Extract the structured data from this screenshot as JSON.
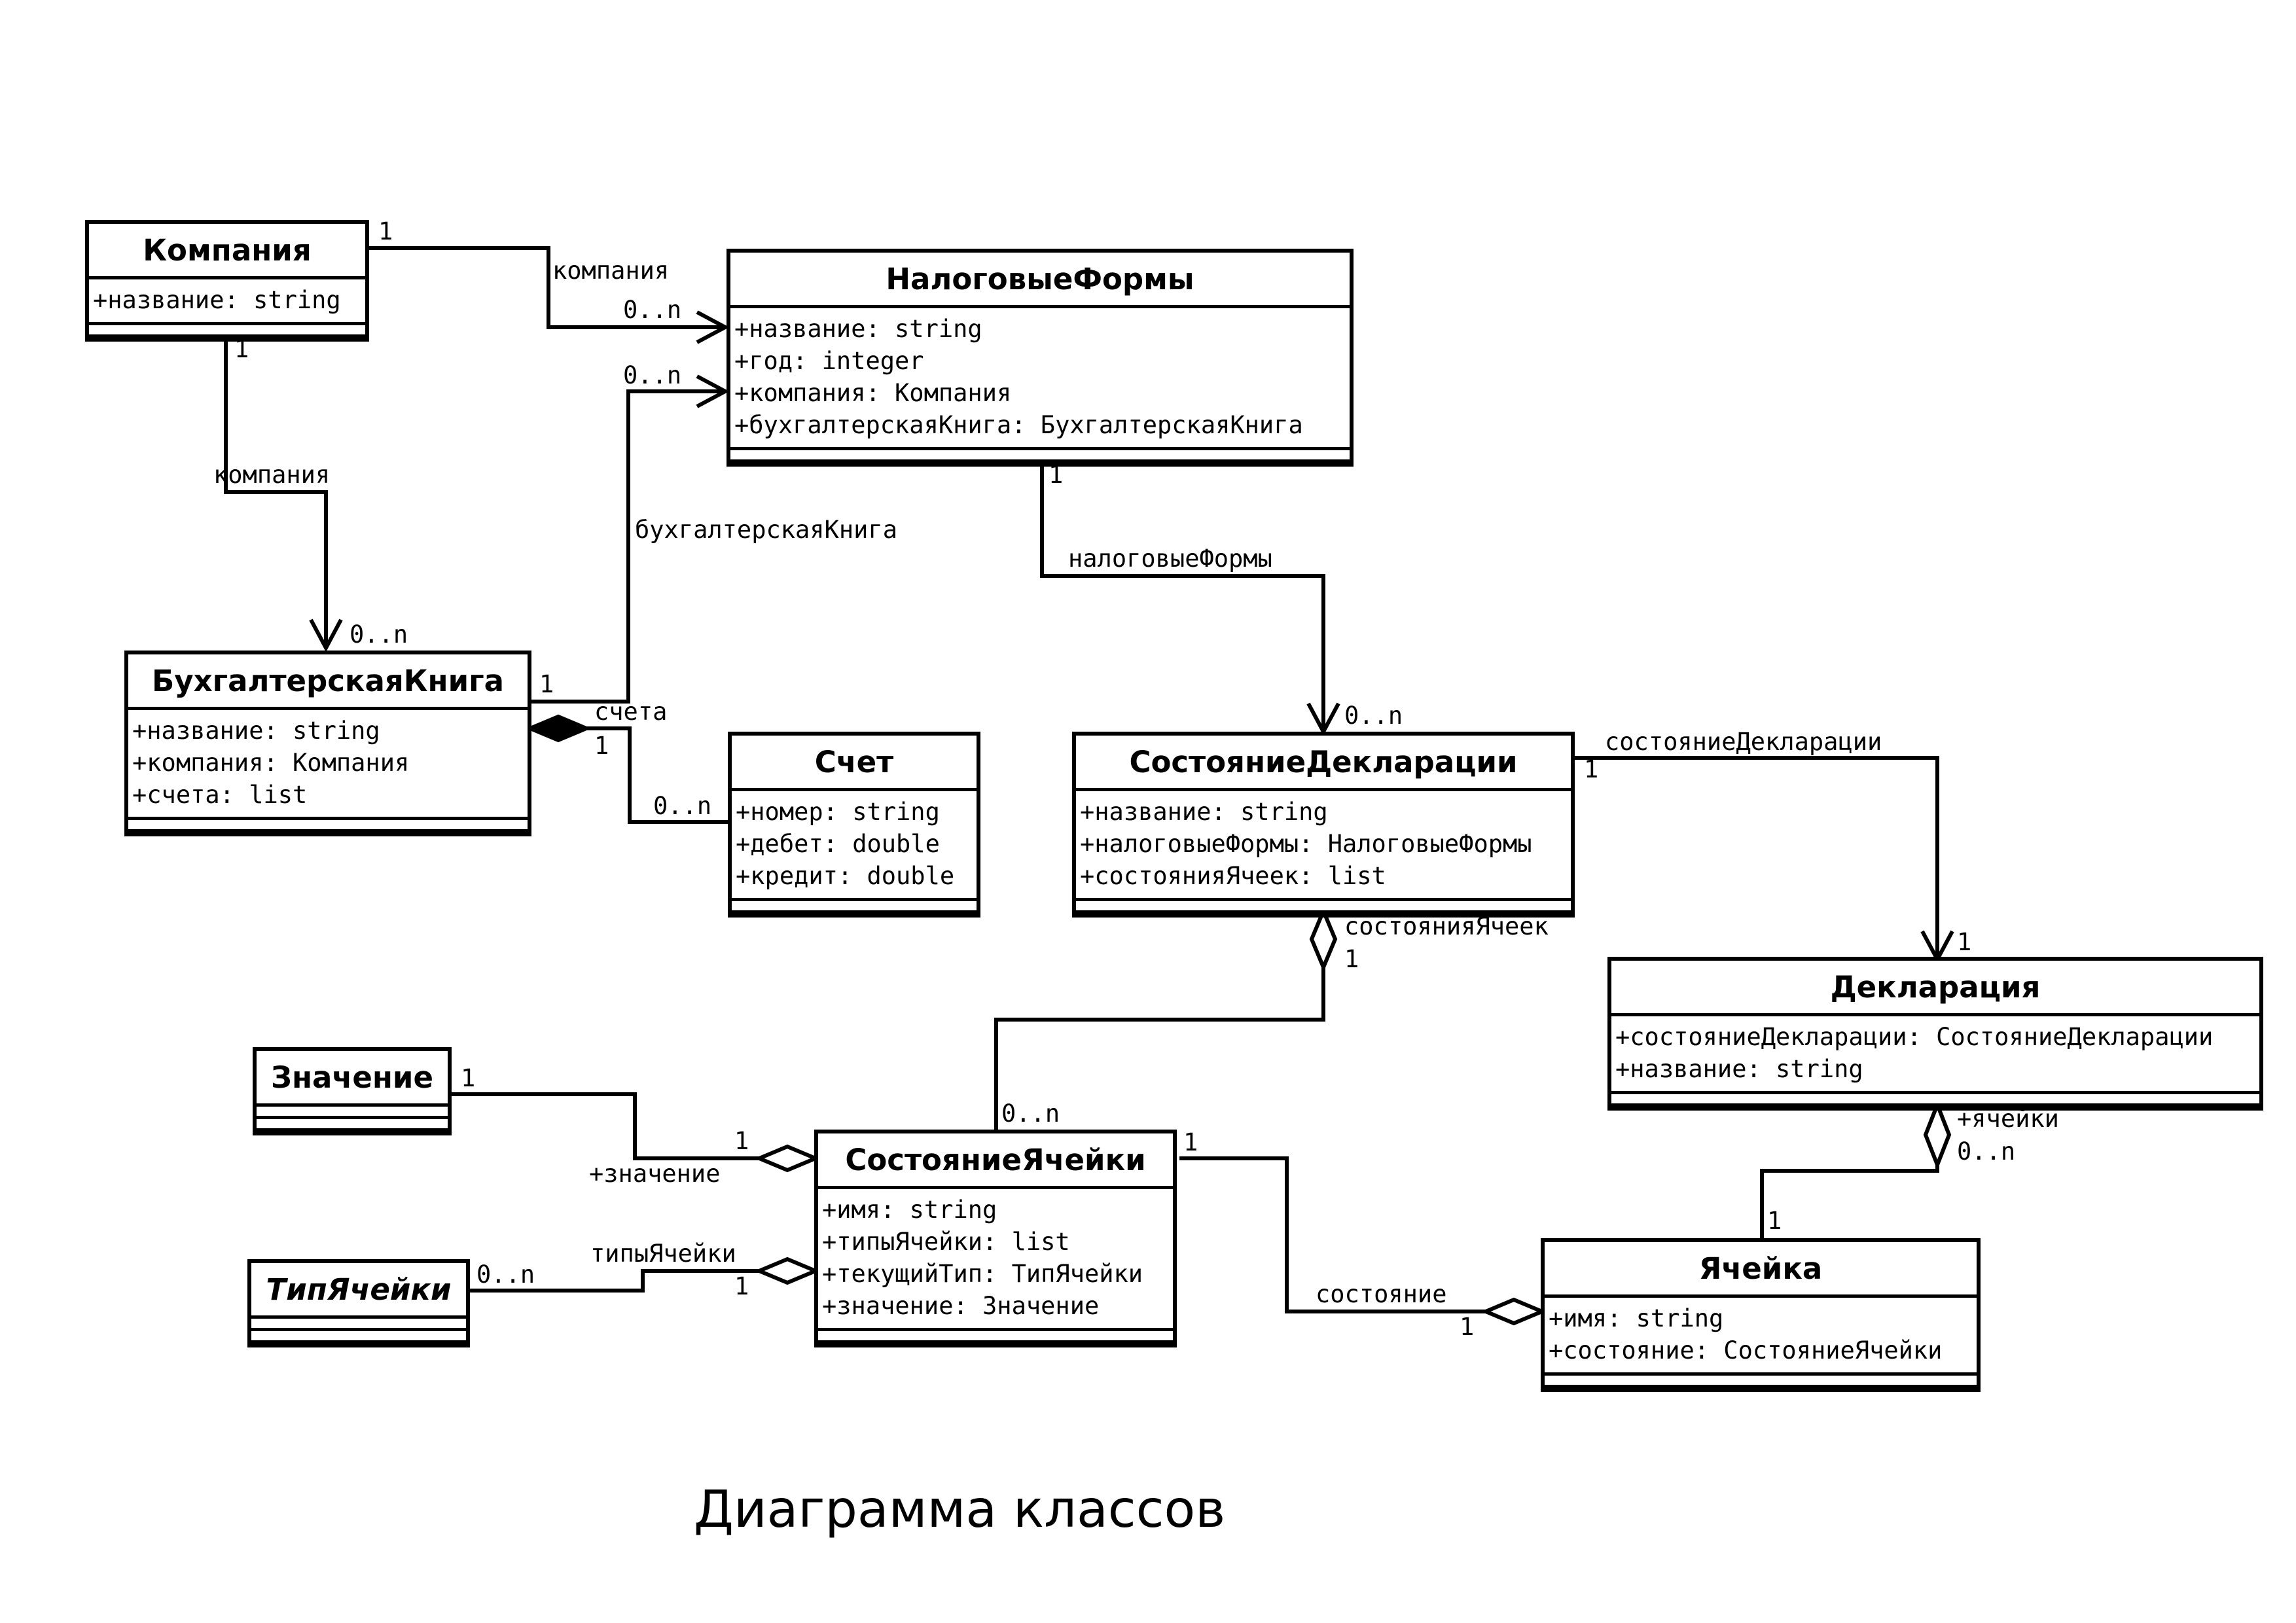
{
  "title": "Диаграмма классов",
  "classes": {
    "kompaniya": {
      "name": "Компания",
      "attributes": [
        "+название: string"
      ]
    },
    "nalogovye_formy": {
      "name": "НалоговыеФормы",
      "attributes": [
        "+название: string",
        "+год: integer",
        "+компания: Компания",
        "+бухгалтерскаяКнига: БухгалтерскаяКнига"
      ]
    },
    "buh_kniga": {
      "name": "БухгалтерскаяКнига",
      "attributes": [
        "+название: string",
        "+компания: Компания",
        "+счета: list"
      ]
    },
    "schet": {
      "name": "Счет",
      "attributes": [
        "+номер: string",
        "+дебет: double",
        "+кредит: double"
      ]
    },
    "sostoyanie_deklaracii": {
      "name": "СостояниеДекларации",
      "attributes": [
        "+название: string",
        "+налоговыеФормы: НалоговыеФормы",
        "+состоянияЯчеек: list"
      ]
    },
    "deklaraciya": {
      "name": "Декларация",
      "attributes": [
        "+состояниеДекларации: СостояниеДекларации",
        "+название: string"
      ]
    },
    "znachenie": {
      "name": "Значение",
      "attributes": []
    },
    "tip_yacheiki": {
      "name": "ТипЯчейки",
      "attributes": [],
      "abstract": true
    },
    "sostoyanie_yacheiki": {
      "name": "СостояниеЯчейки",
      "attributes": [
        "+имя: string",
        "+типыЯчейки: list",
        "+текущийТип: ТипЯчейки",
        "+значение: Значение"
      ]
    },
    "yacheika": {
      "name": "Ячейка",
      "attributes": [
        "+имя: string",
        "+состояние: СостояниеЯчейки"
      ]
    }
  },
  "associations": {
    "komp_nf": {
      "role": "компания",
      "source_mult": "1",
      "target_mult": "0..n",
      "kind": "navigable"
    },
    "komp_buh": {
      "role": "компания",
      "source_mult": "1",
      "target_mult": "0..n",
      "kind": "navigable"
    },
    "buh_nf": {
      "role": "бухгалтерскаяКнига",
      "source_mult": "1",
      "target_mult": "0..n",
      "kind": "navigable"
    },
    "buh_schet": {
      "role": "счета",
      "source_mult": "1",
      "target_mult": "0..n",
      "kind": "composition"
    },
    "nf_sd": {
      "role": "налоговыеФормы",
      "source_mult": "1",
      "target_mult": "0..n",
      "kind": "navigable"
    },
    "sd_dekl": {
      "role": "состояниеДекларации",
      "source_mult": "1",
      "target_mult": "1",
      "kind": "navigable"
    },
    "sd_sy": {
      "role": "состоянияЯчеек",
      "source_mult": "1",
      "target_mult": "0..n",
      "kind": "aggregation"
    },
    "zn_sy": {
      "role": "+значение",
      "source_mult": "1",
      "target_mult": "1",
      "kind": "aggregation"
    },
    "tip_sy": {
      "role": "типыЯчейки",
      "source_mult": "0..n",
      "target_mult": "1",
      "kind": "aggregation"
    },
    "sy_yach": {
      "role": "состояние",
      "source_mult": "1",
      "target_mult": "1",
      "kind": "aggregation"
    },
    "dekl_yach": {
      "role": "+ячейки",
      "source_mult": "0..n",
      "target_mult": "1",
      "kind": "aggregation"
    }
  }
}
